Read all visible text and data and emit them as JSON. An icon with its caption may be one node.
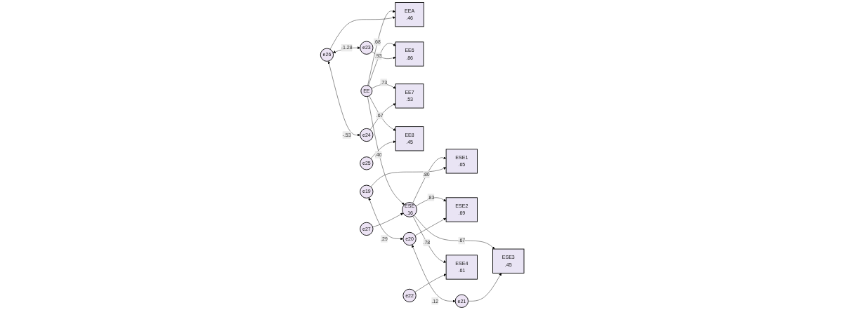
{
  "diagram": {
    "nodes": [
      {
        "text": [
          "EE"
        ]
      },
      {
        "text": [
          "EEA",
          ".46"
        ]
      },
      {
        "text": [
          "e26"
        ]
      },
      {
        "text": [
          "EE6",
          ".86"
        ]
      },
      {
        "text": [
          "e23"
        ]
      },
      {
        "text": [
          "EE7",
          ".53"
        ]
      },
      {
        "text": [
          "e24"
        ]
      },
      {
        "text": [
          "EE8",
          ".45"
        ]
      },
      {
        "text": [
          "e25"
        ]
      },
      {
        "text": [
          "ESE",
          ".16"
        ]
      },
      {
        "text": [
          "e27"
        ]
      },
      {
        "text": [
          "ESE1",
          ".65"
        ]
      },
      {
        "text": [
          "e19"
        ]
      },
      {
        "text": [
          "ESE2",
          ".69"
        ]
      },
      {
        "text": [
          "e20"
        ]
      },
      {
        "text": [
          "ESE3",
          ".45"
        ]
      },
      {
        "text": [
          "e21"
        ]
      },
      {
        "text": [
          "ESE4",
          ".61"
        ]
      },
      {
        "text": [
          "e22"
        ]
      }
    ],
    "edges": [
      {
        "from": 0,
        "to": 1,
        "arrow": "to",
        "label": ".68"
      },
      {
        "from": 0,
        "to": 3,
        "arrow": "to",
        "label": ".93"
      },
      {
        "from": 0,
        "to": 5,
        "arrow": "to",
        "label": ".73"
      },
      {
        "from": 0,
        "to": 7,
        "arrow": "to",
        "label": ".67"
      },
      {
        "from": 2,
        "to": 1,
        "arrow": "to"
      },
      {
        "from": 4,
        "to": 3,
        "arrow": "to"
      },
      {
        "from": 6,
        "to": 5,
        "arrow": "to"
      },
      {
        "from": 8,
        "to": 7,
        "arrow": "to"
      },
      {
        "from": 2,
        "to": 4,
        "arrow": "both",
        "label": "-1.28"
      },
      {
        "from": 2,
        "to": 6,
        "arrow": "both",
        "label": "-.53"
      },
      {
        "from": 0,
        "to": 9,
        "arrow": "to",
        "label": ".40"
      },
      {
        "from": 10,
        "to": 9,
        "arrow": "to"
      },
      {
        "from": 9,
        "to": 11,
        "arrow": "to",
        "label": ".80"
      },
      {
        "from": 9,
        "to": 13,
        "arrow": "to",
        "label": ".83"
      },
      {
        "from": 9,
        "to": 15,
        "arrow": "to",
        "label": ".67"
      },
      {
        "from": 9,
        "to": 17,
        "arrow": "to",
        "label": ".78"
      },
      {
        "from": 12,
        "to": 11,
        "arrow": "to"
      },
      {
        "from": 14,
        "to": 13,
        "arrow": "to"
      },
      {
        "from": 16,
        "to": 15,
        "arrow": "to"
      },
      {
        "from": 18,
        "to": 17,
        "arrow": "to"
      },
      {
        "from": 12,
        "to": 14,
        "arrow": "both",
        "label": ".29"
      },
      {
        "from": 14,
        "to": 16,
        "arrow": "both",
        "label": ".12"
      }
    ]
  }
}
